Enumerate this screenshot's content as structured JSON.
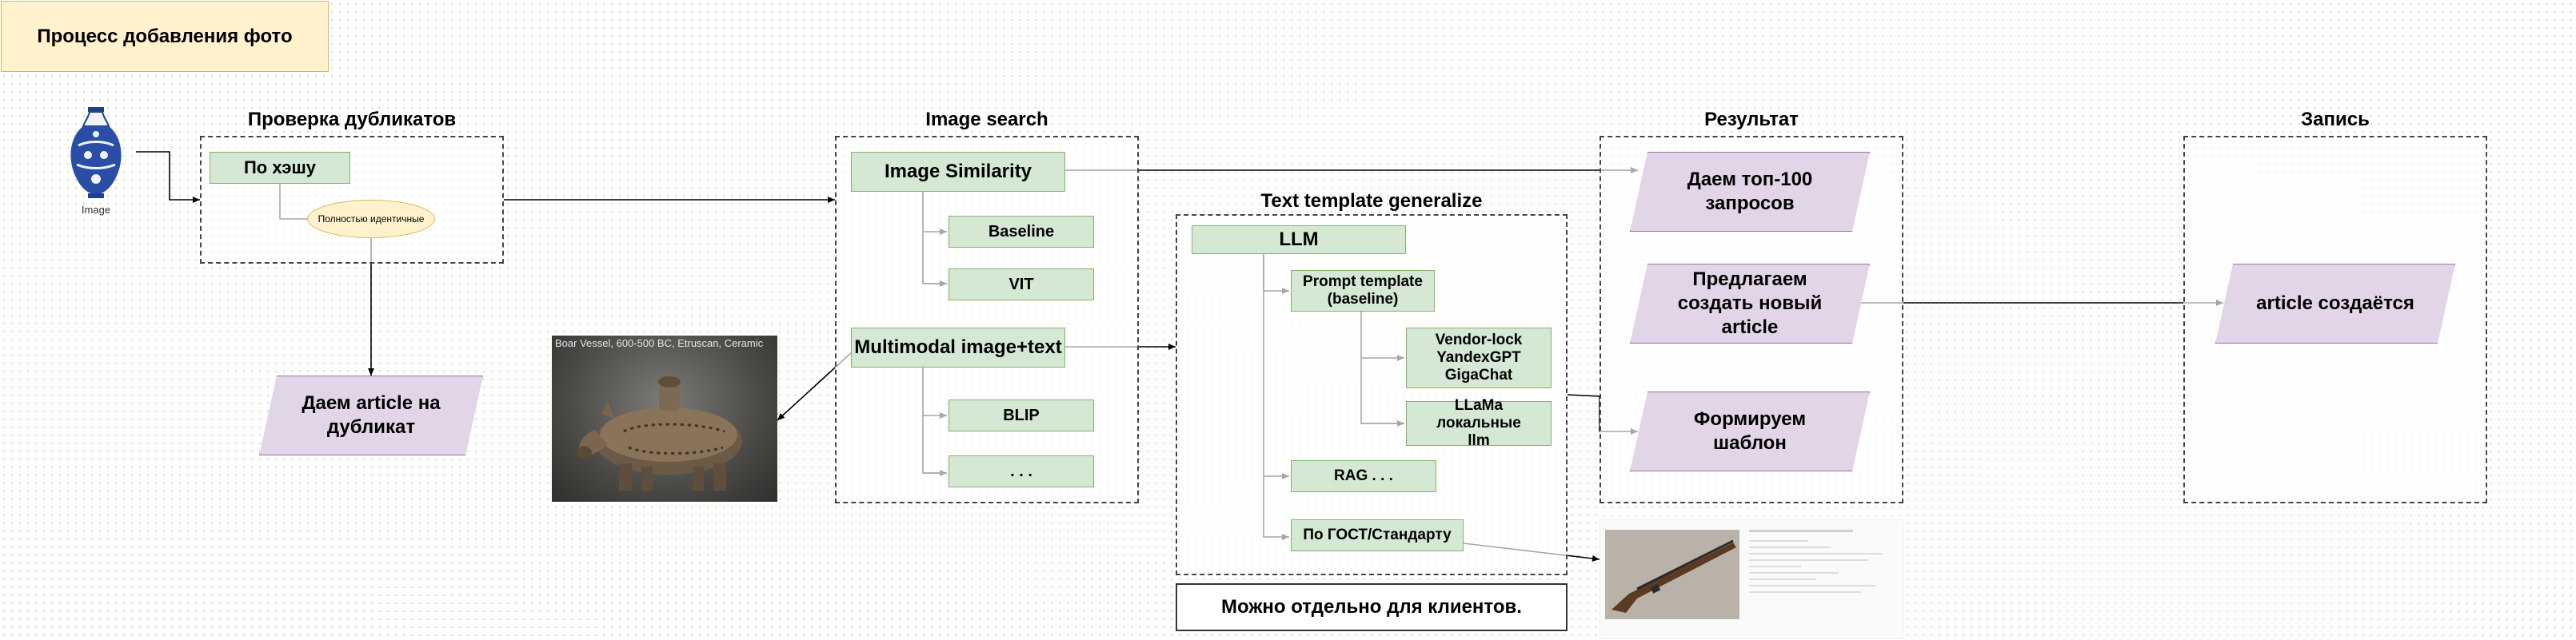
{
  "title": "Процесс добавления фото",
  "source": {
    "caption": "Image"
  },
  "sections": {
    "duplicates": "Проверка дубликатов",
    "image_search": "Image search",
    "text_template": "Text template generalize",
    "result": "Результат",
    "record": "Запись"
  },
  "duplicates": {
    "hash_box": "По хэшу",
    "identical_label": "Полностью идентичные",
    "give_article": "Даем article на дубликат"
  },
  "image_search": {
    "similarity": "Image Similarity",
    "baseline": "Baseline",
    "vit": "VIT",
    "multimodal": "Multimodal image+text",
    "blip": "BLIP",
    "more": ". . ."
  },
  "boar_photo": {
    "caption": "Boar Vessel, 600-500 BC, Etruscan, Ceramic"
  },
  "text_template": {
    "llm": "LLM",
    "prompt_template": "Prompt template (baseline)",
    "vendor_lock": "Vendor-lock YandexGPT GigaChat",
    "llama": "LLaMa локальные llm",
    "rag": "RAG . . .",
    "gost": "По ГОСТ/Стандарту",
    "clients_note": "Можно отдельно для клиентов."
  },
  "result": {
    "top100": "Даем топ-100 запросов",
    "new_article": "Предлагаем создать новый article",
    "template": "Формируем шаблон"
  },
  "record": {
    "article_created": "article создаётся"
  },
  "colors": {
    "green_fill": "#d5e8d4",
    "green_stroke": "#82b366",
    "purple_fill": "#e1d5e7",
    "purple_stroke": "#9673a6",
    "yellow_fill": "#fff2cc",
    "yellow_stroke": "#d6b656"
  },
  "icons": [
    "vase-icon",
    "boar-vessel-image",
    "rifle-document-image"
  ]
}
